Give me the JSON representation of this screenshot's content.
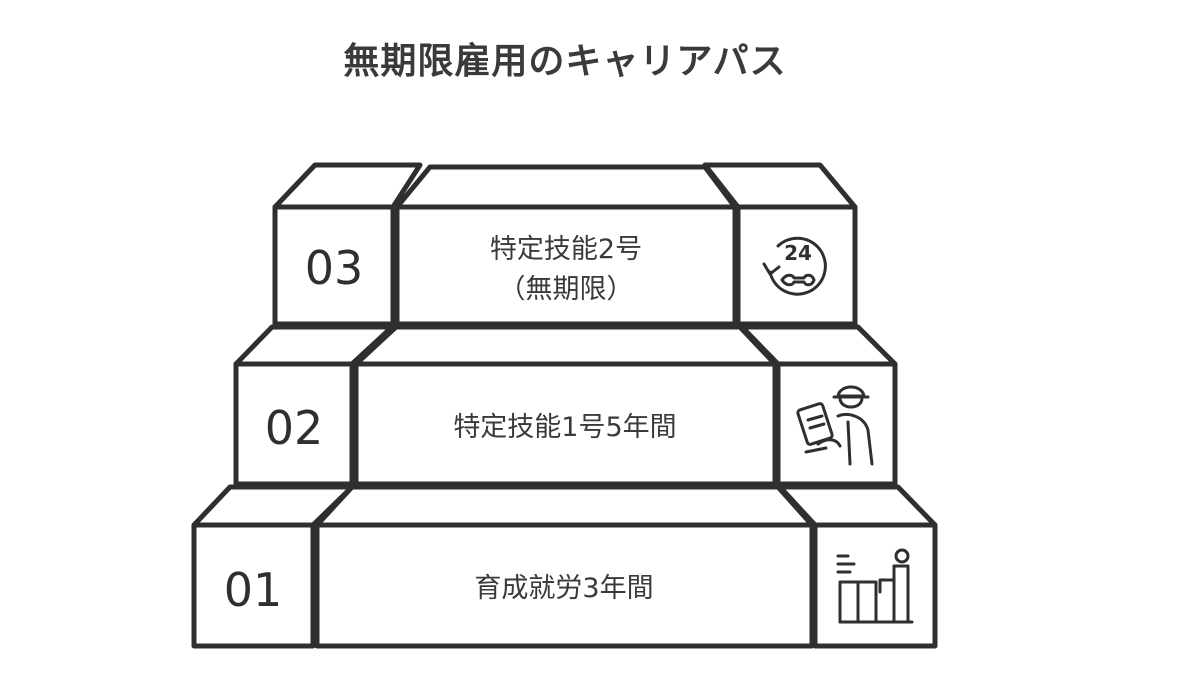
{
  "title": "無期限雇用のキャリアパス",
  "steps": [
    {
      "number": "01",
      "label_lines": [
        "育成就労3年間"
      ],
      "icon": "worker-at-desk-icon"
    },
    {
      "number": "02",
      "label_lines": [
        "特定技能1号5年間"
      ],
      "icon": "technician-with-clipboard-icon"
    },
    {
      "number": "03",
      "label_lines": [
        "特定技能2号",
        "（無期限）"
      ],
      "icon": "24-hour-service-icon"
    }
  ],
  "icon_text": {
    "hours": "24"
  },
  "colors": {
    "stroke": "#2f2f2f",
    "text": "#3a3a3a",
    "background": "#ffffff"
  }
}
